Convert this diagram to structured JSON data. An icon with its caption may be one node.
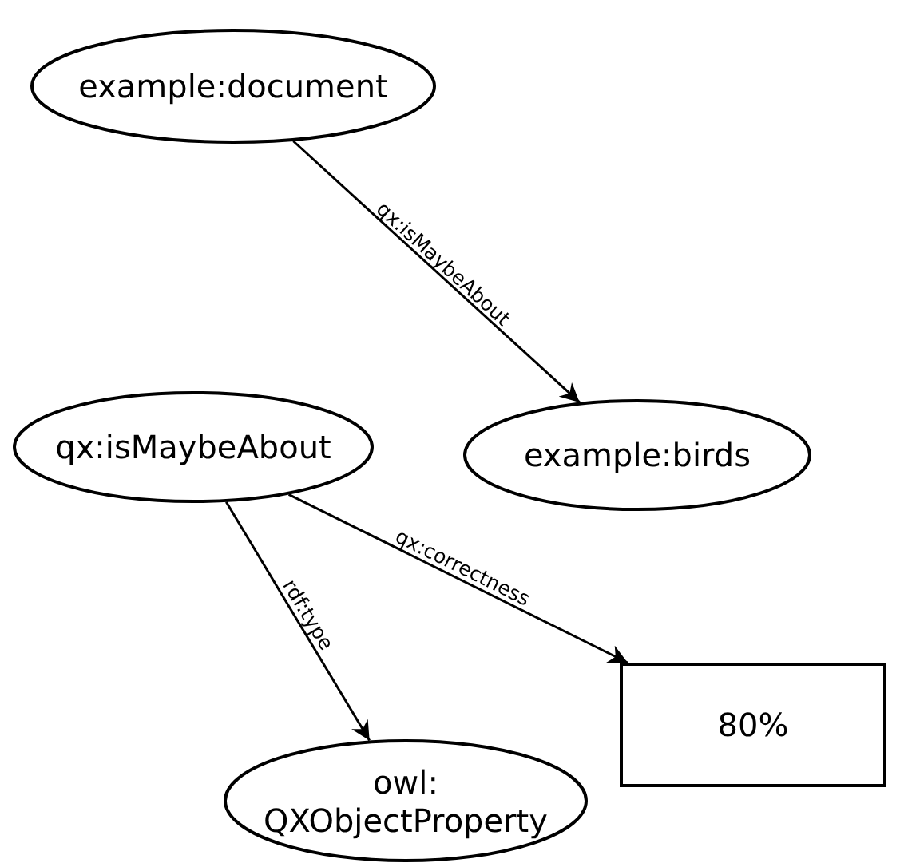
{
  "diagram": {
    "nodes": [
      {
        "text": [
          "example:document"
        ]
      },
      {
        "text": [
          "example:birds"
        ]
      },
      {
        "text": [
          "qx:isMaybeAbout"
        ]
      },
      {
        "text": [
          "80%"
        ]
      },
      {
        "text": [
          "owl: QXObjectProperty"
        ]
      }
    ],
    "edges": [
      {
        "from": 0,
        "to": 1,
        "arrow": "to",
        "label": "qx:isMaybeAbout"
      },
      {
        "from": 2,
        "to": 3,
        "arrow": "to",
        "label": "qx:correctness"
      },
      {
        "from": 2,
        "to": 4,
        "arrow": "to",
        "label": "rdf:type"
      }
    ]
  }
}
